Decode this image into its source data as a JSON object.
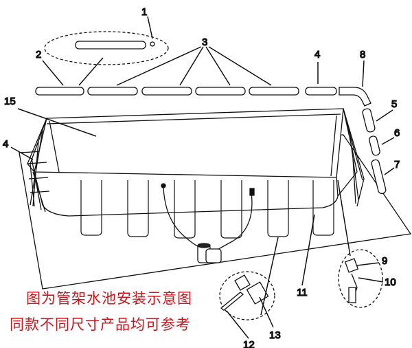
{
  "caption": {
    "line1": "图为管架水池安装示意图",
    "line2": "同款不同尺寸产品均可参考"
  },
  "part_labels": {
    "p1": "1",
    "p2": "2",
    "p3": "3",
    "p4_top": "4",
    "p4_left": "4",
    "p5": "5",
    "p6": "6",
    "p7": "7",
    "p8": "8",
    "p9": "9",
    "p10": "10",
    "p11": "11",
    "p12": "12",
    "p13": "13",
    "p15": "15"
  },
  "colors": {
    "line": "#111111",
    "caption": "#c8161d"
  }
}
